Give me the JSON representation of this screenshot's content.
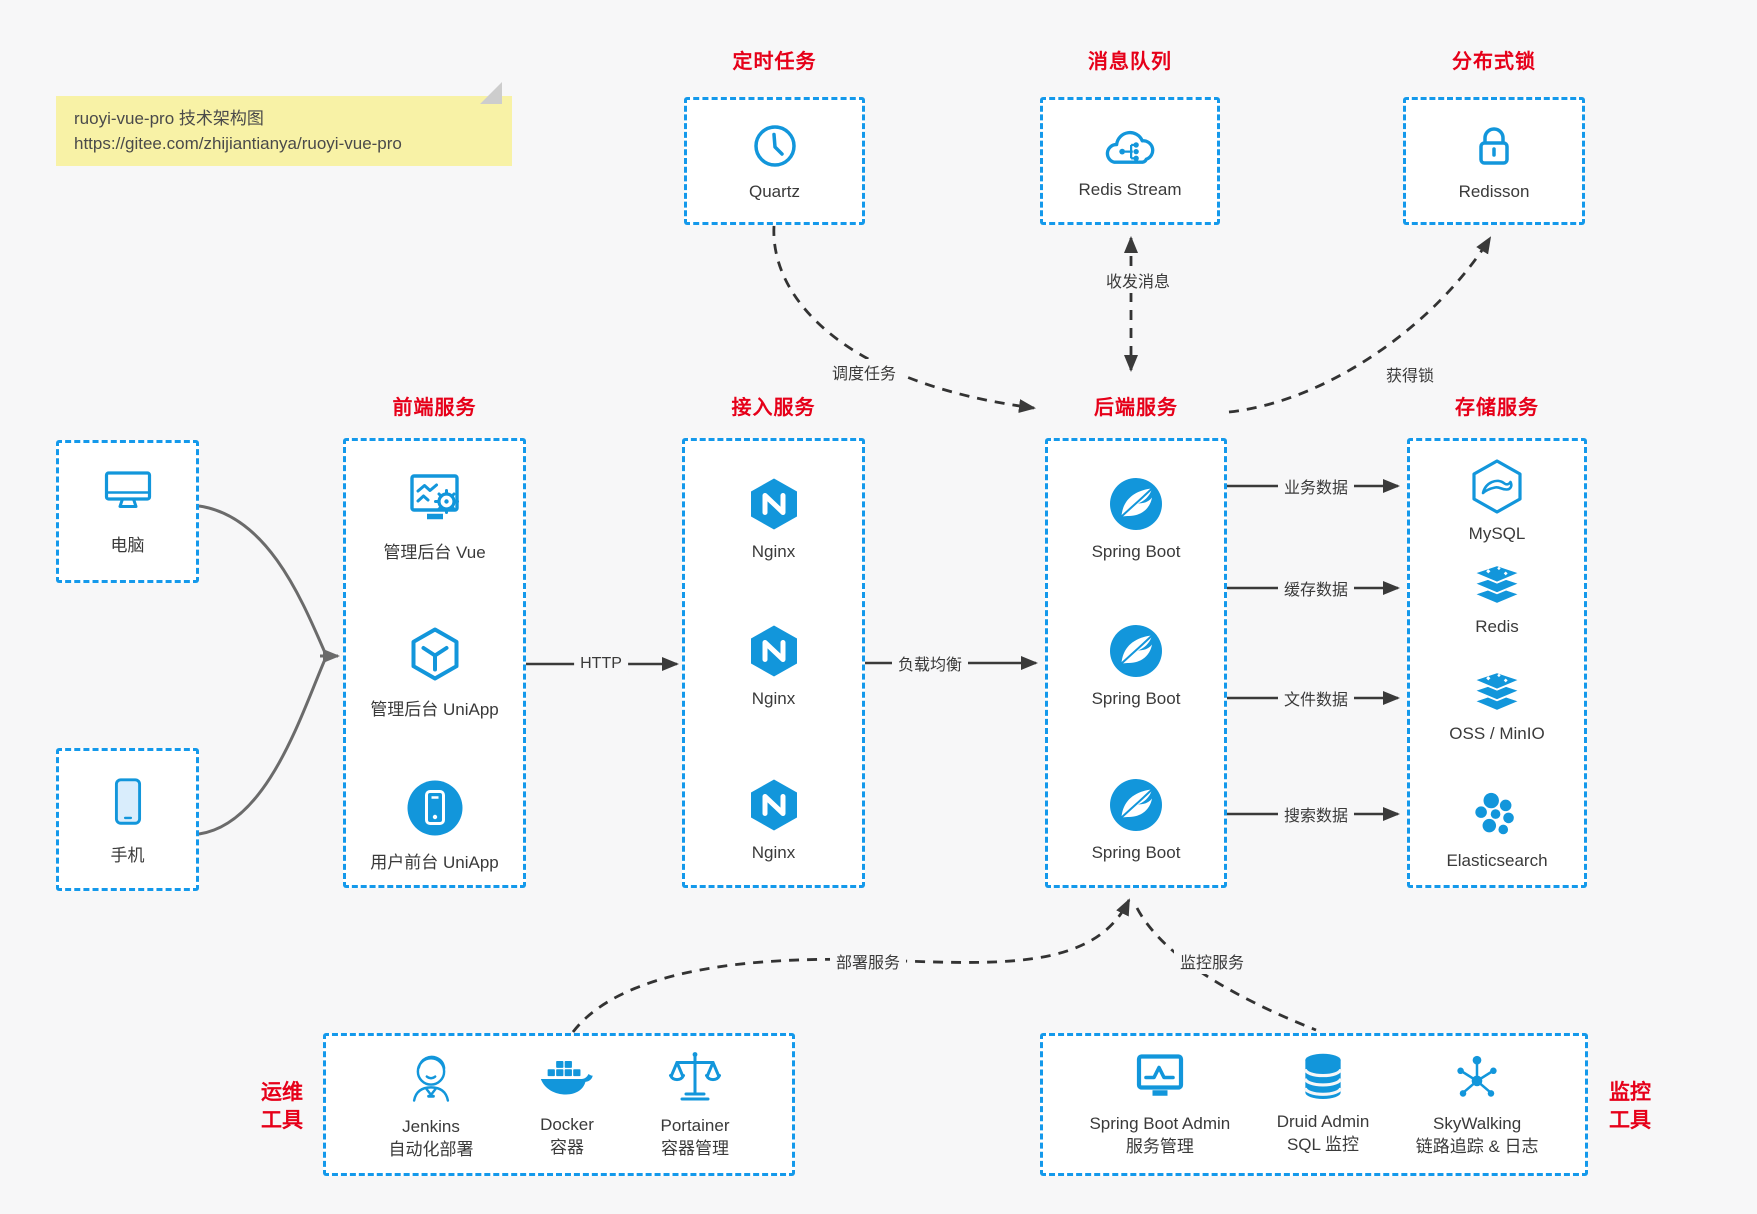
{
  "note": {
    "line1": "ruoyi-vue-pro 技术架构图",
    "line2": "https://gitee.com/zhijiantianya/ruoyi-vue-pro"
  },
  "top_groups": [
    {
      "title": "定时任务",
      "item": {
        "label": "Quartz",
        "icon": "clock-icon"
      }
    },
    {
      "title": "消息队列",
      "item": {
        "label": "Redis Stream",
        "icon": "cloud-stream-icon"
      }
    },
    {
      "title": "分布式锁",
      "item": {
        "label": "Redisson",
        "icon": "lock-icon"
      }
    }
  ],
  "clients": [
    {
      "label": "电脑",
      "icon": "desktop-icon"
    },
    {
      "label": "手机",
      "icon": "phone-icon"
    }
  ],
  "columns": {
    "frontend": {
      "title": "前端服务",
      "items": [
        {
          "label": "管理后台 Vue",
          "icon": "admin-vue-icon"
        },
        {
          "label": "管理后台 UniApp",
          "icon": "uniapp-cube-icon"
        },
        {
          "label": "用户前台 UniApp",
          "icon": "user-app-icon"
        }
      ]
    },
    "gateway": {
      "title": "接入服务",
      "items": [
        {
          "label": "Nginx",
          "icon": "nginx-icon"
        },
        {
          "label": "Nginx",
          "icon": "nginx-icon"
        },
        {
          "label": "Nginx",
          "icon": "nginx-icon"
        }
      ]
    },
    "backend": {
      "title": "后端服务",
      "items": [
        {
          "label": "Spring Boot",
          "icon": "spring-boot-icon"
        },
        {
          "label": "Spring Boot",
          "icon": "spring-boot-icon"
        },
        {
          "label": "Spring Boot",
          "icon": "spring-boot-icon"
        }
      ]
    },
    "storage": {
      "title": "存储服务",
      "items": [
        {
          "label": "MySQL",
          "icon": "mysql-icon"
        },
        {
          "label": "Redis",
          "icon": "redis-icon"
        },
        {
          "label": "OSS / MinIO",
          "icon": "oss-icon"
        },
        {
          "label": "Elasticsearch",
          "icon": "elasticsearch-icon"
        }
      ]
    }
  },
  "bottom_groups": {
    "devops": {
      "title_line1": "运维",
      "title_line2": "工具",
      "items": [
        {
          "label": "Jenkins",
          "sublabel": "自动化部署",
          "icon": "jenkins-icon"
        },
        {
          "label": "Docker",
          "sublabel": "容器",
          "icon": "docker-icon"
        },
        {
          "label": "Portainer",
          "sublabel": "容器管理",
          "icon": "portainer-icon"
        }
      ]
    },
    "monitoring": {
      "title_line1": "监控",
      "title_line2": "工具",
      "items": [
        {
          "label": "Spring Boot Admin",
          "sublabel": "服务管理",
          "icon": "spring-boot-admin-icon"
        },
        {
          "label": "Druid Admin",
          "sublabel": "SQL 监控",
          "icon": "druid-icon"
        },
        {
          "label": "SkyWalking",
          "sublabel": "链路追踪 & 日志",
          "icon": "skywalking-icon"
        }
      ]
    }
  },
  "edges": {
    "http": "HTTP",
    "load_balance": "负载均衡",
    "schedule": "调度任务",
    "messaging": "收发消息",
    "acquire_lock": "获得锁",
    "business_data": "业务数据",
    "cache_data": "缓存数据",
    "file_data": "文件数据",
    "search_data": "搜索数据",
    "deploy": "部署服务",
    "monitor": "监控服务"
  },
  "colors": {
    "accent_blue": "#1499eb",
    "icon_blue": "#1296db",
    "title_red": "#e60019",
    "arrow_dark": "#3a3a3a",
    "arrow_gray": "#6b6b6b",
    "note_bg": "#f8f2a6",
    "page_bg": "#f7f7f8"
  }
}
